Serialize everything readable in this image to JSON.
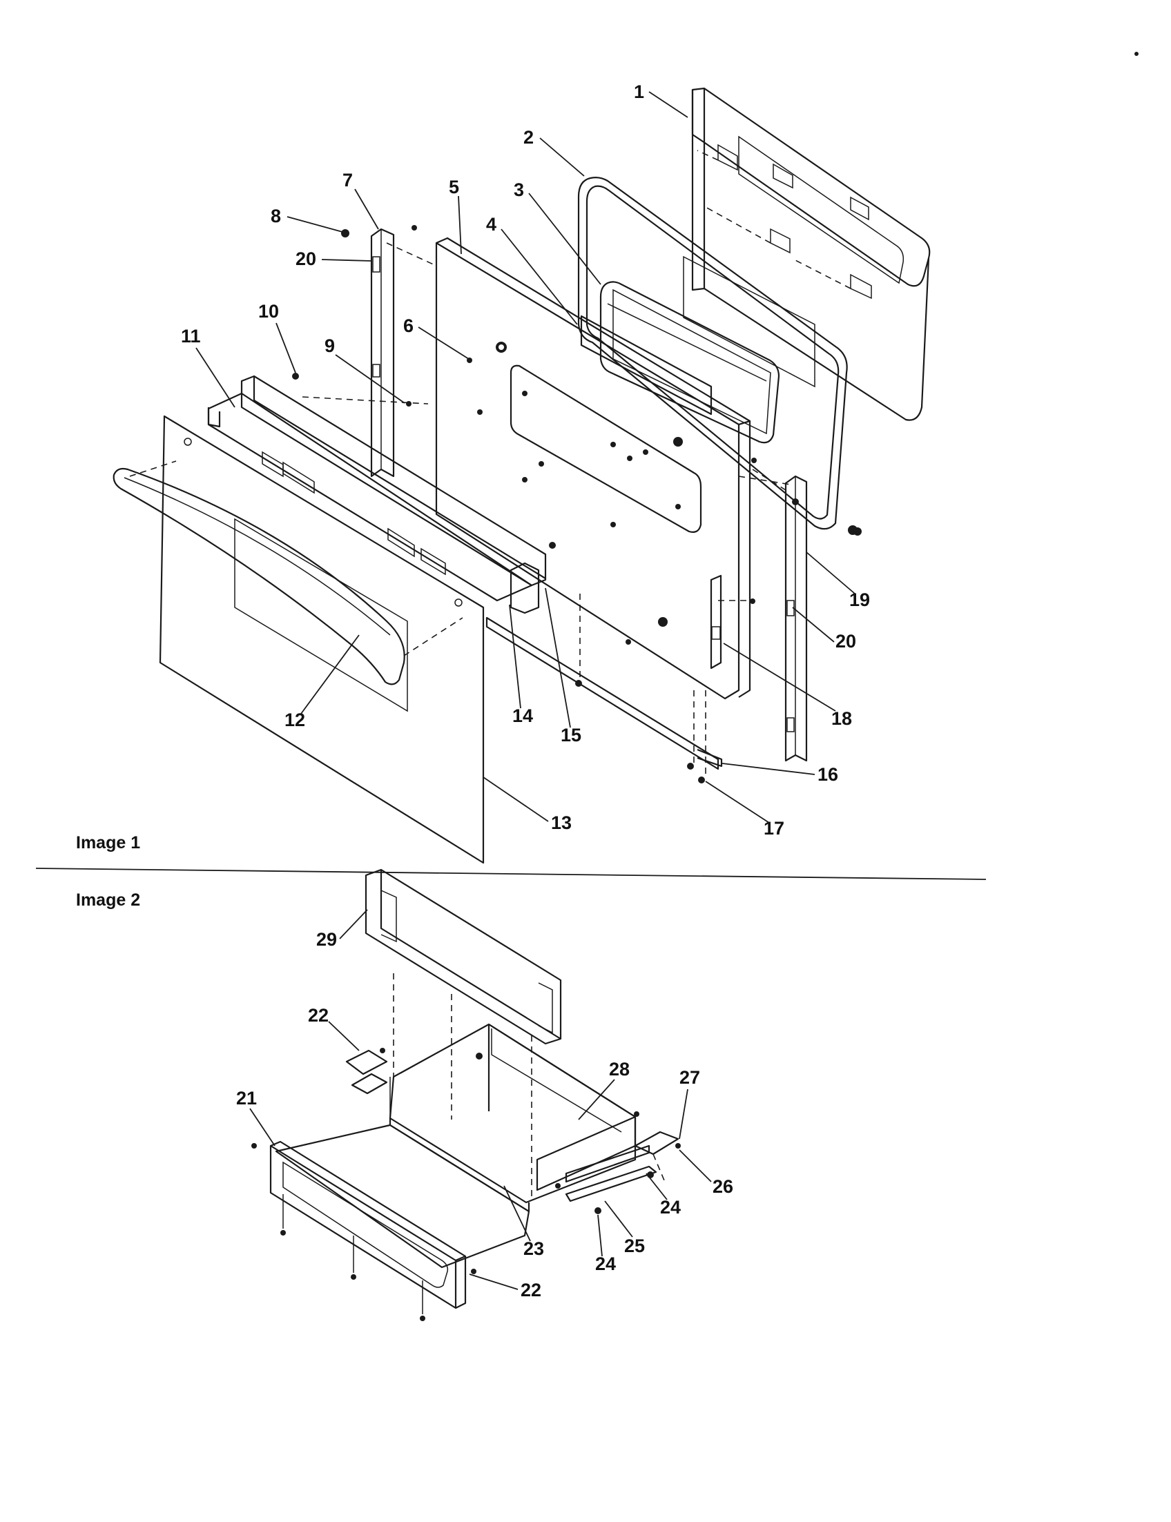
{
  "sections": [
    {
      "id": "image1",
      "label": "Image 1"
    },
    {
      "id": "image2",
      "label": "Image 2"
    }
  ],
  "callouts_image1": [
    "1",
    "2",
    "3",
    "4",
    "5",
    "6",
    "7",
    "8",
    "9",
    "10",
    "11",
    "12",
    "13",
    "14",
    "15",
    "16",
    "17",
    "18",
    "19",
    "20",
    "20"
  ],
  "callouts_image2": [
    "21",
    "22",
    "22",
    "23",
    "24",
    "24",
    "25",
    "26",
    "27",
    "28",
    "29"
  ]
}
